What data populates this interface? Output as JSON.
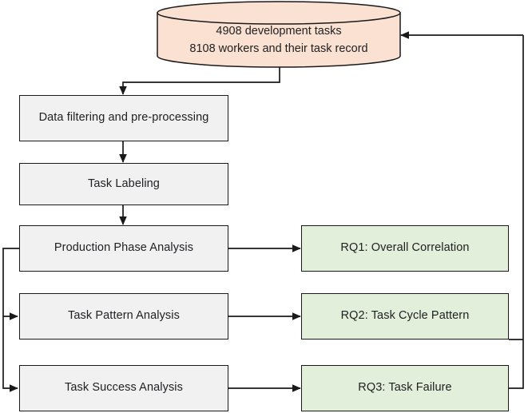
{
  "diagram": {
    "title": "Research methodology flowchart",
    "colors": {
      "process_fill": "#f1f1f1",
      "rq_fill": "#e2efda",
      "database_fill": "#fae1d1",
      "stroke": "#1a1a1a",
      "text": "#202124",
      "background": "#ffffff"
    },
    "database": {
      "name": "dataset-cylinder",
      "line1": "4908 development tasks",
      "line2": "8108 workers and their task record"
    },
    "process_nodes": [
      {
        "id": "data-filtering",
        "label": "Data filtering and pre-processing"
      },
      {
        "id": "task-labeling",
        "label": "Task Labeling"
      },
      {
        "id": "production-phase-analysis",
        "label": "Production Phase Analysis"
      },
      {
        "id": "task-pattern-analysis",
        "label": "Task Pattern Analysis"
      },
      {
        "id": "task-success-analysis",
        "label": "Task Success Analysis"
      }
    ],
    "rq_nodes": [
      {
        "id": "rq1",
        "label": "RQ1: Overall Correlation"
      },
      {
        "id": "rq2",
        "label": "RQ2: Task Cycle Pattern"
      },
      {
        "id": "rq3",
        "label": "RQ3:  Task Failure"
      }
    ]
  }
}
